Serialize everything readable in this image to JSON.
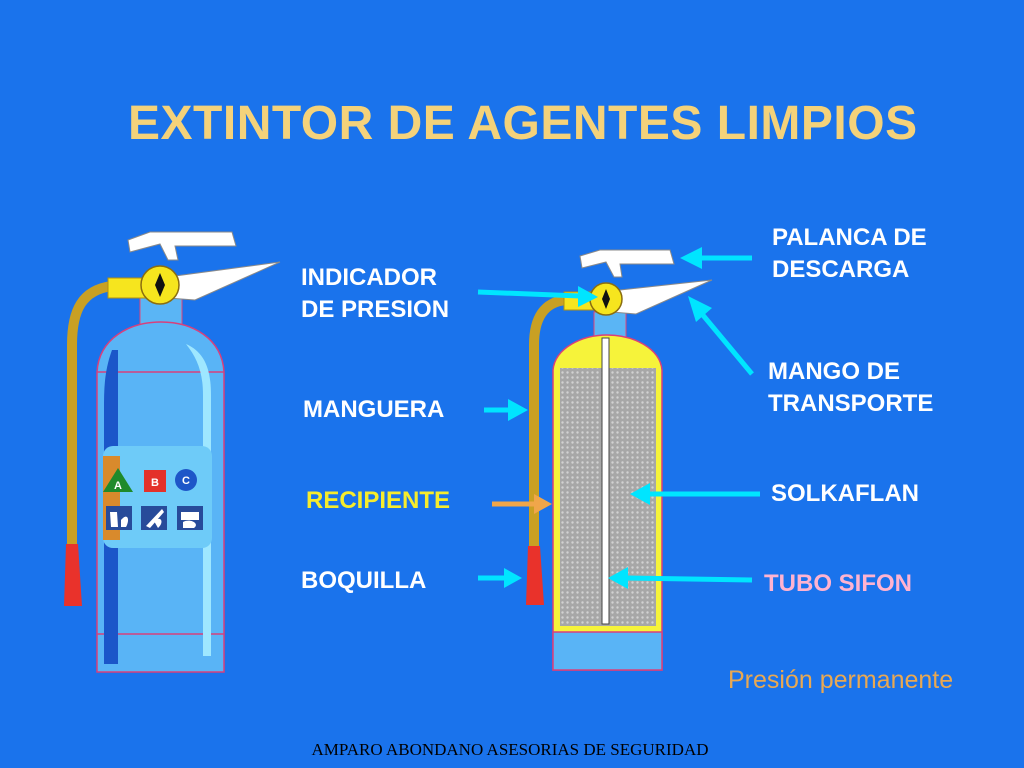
{
  "title": "EXTINTOR DE AGENTES LIMPIOS",
  "labels": {
    "indicador": [
      "INDICADOR",
      "DE PRESION"
    ],
    "manguera": "MANGUERA",
    "recipiente": "RECIPIENTE",
    "boquilla": "BOQUILLA",
    "palanca": [
      "PALANCA DE",
      "DESCARGA"
    ],
    "mango": [
      "MANGO DE",
      "TRANSPORTE"
    ],
    "solkaflan": "SOLKAFLAN",
    "tubo": "TUBO SIFON"
  },
  "class_labels": {
    "a": "A",
    "b": "B",
    "c": "C"
  },
  "note": "Presión permanente",
  "footer": "AMPARO ABONDANO ASESORIAS DE SEGURIDAD",
  "colors": {
    "background": "#1a73ec",
    "title": "#f4d27a",
    "arrow_cyan": "#00e5ff",
    "arrow_orange": "#f0a64a",
    "agent_yellow": "#ffff00"
  }
}
